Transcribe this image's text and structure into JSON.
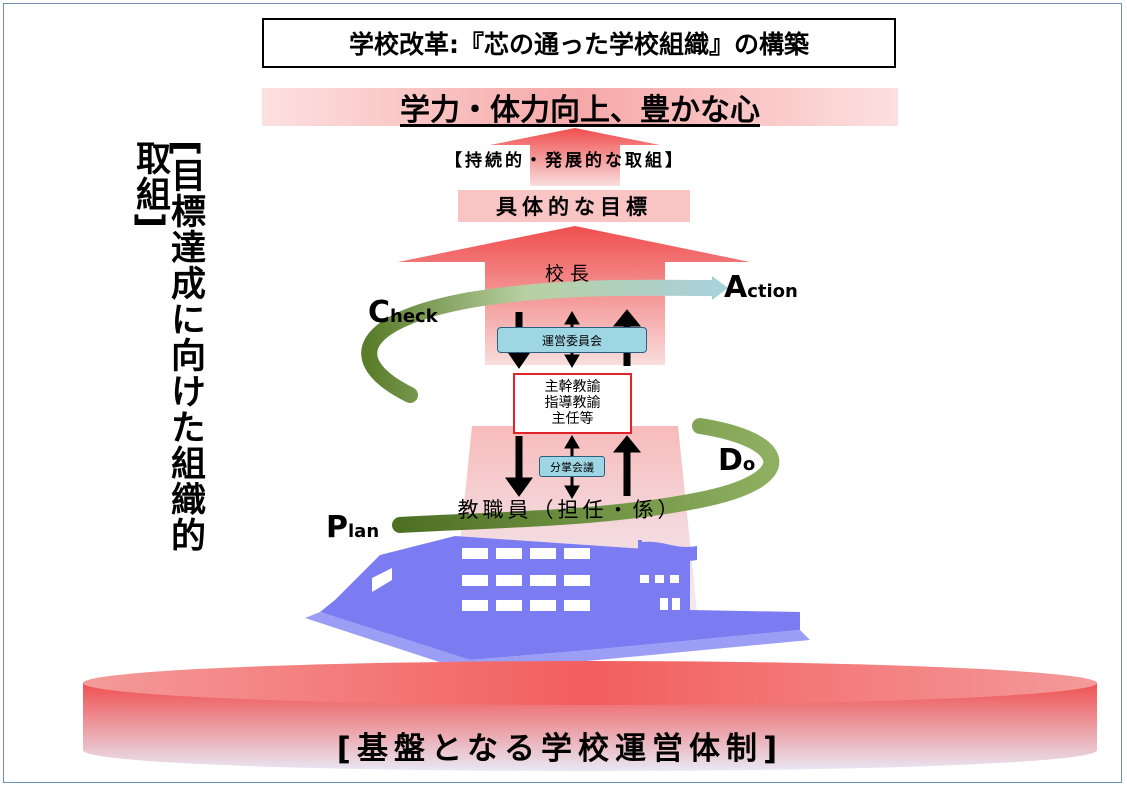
{
  "title": "学校改革:『芯の通った学校組織』の構築",
  "goal": "学力・体力向上、豊かな心",
  "sustained": "【持続的・発展的な取組】",
  "specific_target": "具体的な目標",
  "vertical_label": "[目標達成に向けた組織的取組]",
  "principal": "校長",
  "committee": "運営委員会",
  "staff_lines": [
    "主幹教諭",
    "指導教諭",
    "主任等"
  ],
  "division_meeting": "分掌会議",
  "teachers": "教職員（担任・係）",
  "pdca": {
    "plan_initial": "P",
    "plan_rest": "lan",
    "do_initial": "D",
    "do_rest": "o",
    "check_initial": "C",
    "check_rest": "heck",
    "action_initial": "A",
    "action_rest": "ction"
  },
  "foundation": "[基盤となる学校運営体制]",
  "colors": {
    "red_arrow": "#f25b5b",
    "pink_band": "#f8c8c8",
    "school_blue": "#7b7cf2",
    "cycle_green": "#5a7d2a",
    "cycle_light": "#a9d1d9",
    "box_fill": "#9fd6e3",
    "staff_border": "#e0242a"
  }
}
